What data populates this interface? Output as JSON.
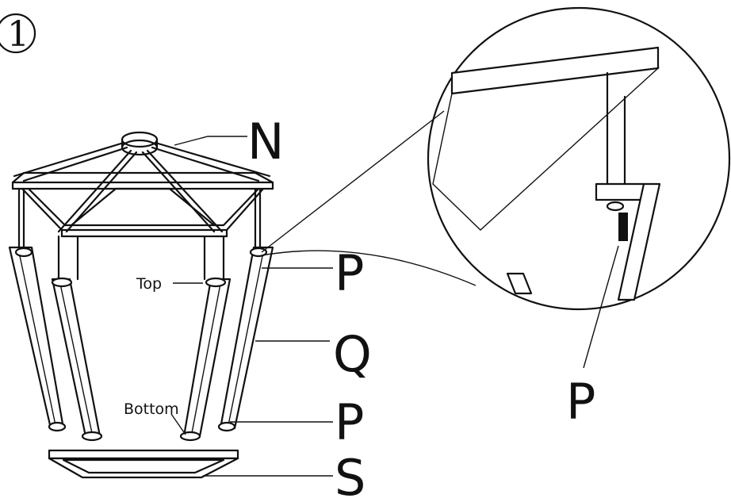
{
  "step": {
    "number": "1"
  },
  "labels": {
    "N": "N",
    "P_top": "P",
    "Q": "Q",
    "P_bottom": "P",
    "S": "S",
    "P_detail": "P",
    "top_text": "Top",
    "bottom_text": "Bottom"
  }
}
